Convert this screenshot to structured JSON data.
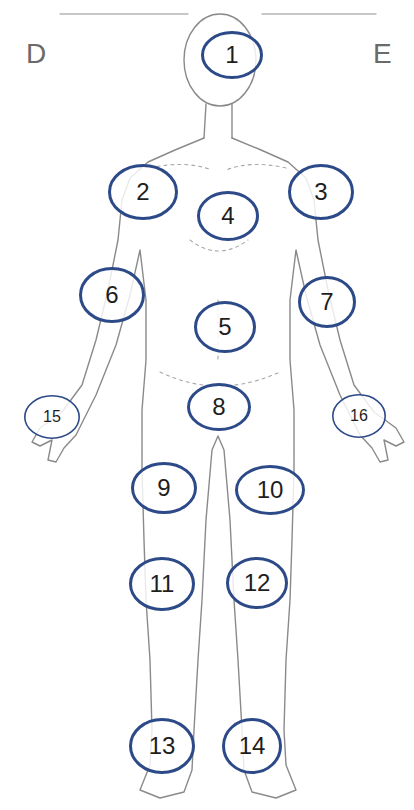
{
  "diagram": {
    "nodes": [
      {
        "text": [
          "1"
        ]
      },
      {
        "text": [
          "2"
        ]
      },
      {
        "text": [
          "3"
        ]
      },
      {
        "text": [
          "4"
        ]
      },
      {
        "text": [
          "6"
        ]
      },
      {
        "text": [
          "5"
        ]
      },
      {
        "text": [
          "7"
        ]
      },
      {
        "text": [
          "15"
        ]
      },
      {
        "text": [
          "8"
        ]
      },
      {
        "text": [
          "16"
        ]
      },
      {
        "text": [
          "9"
        ]
      },
      {
        "text": [
          "10"
        ]
      },
      {
        "text": [
          "11"
        ]
      },
      {
        "text": [
          "12"
        ]
      },
      {
        "text": [
          "13"
        ]
      },
      {
        "text": [
          "14"
        ]
      }
    ],
    "labels": [
      "D",
      "E"
    ]
  }
}
